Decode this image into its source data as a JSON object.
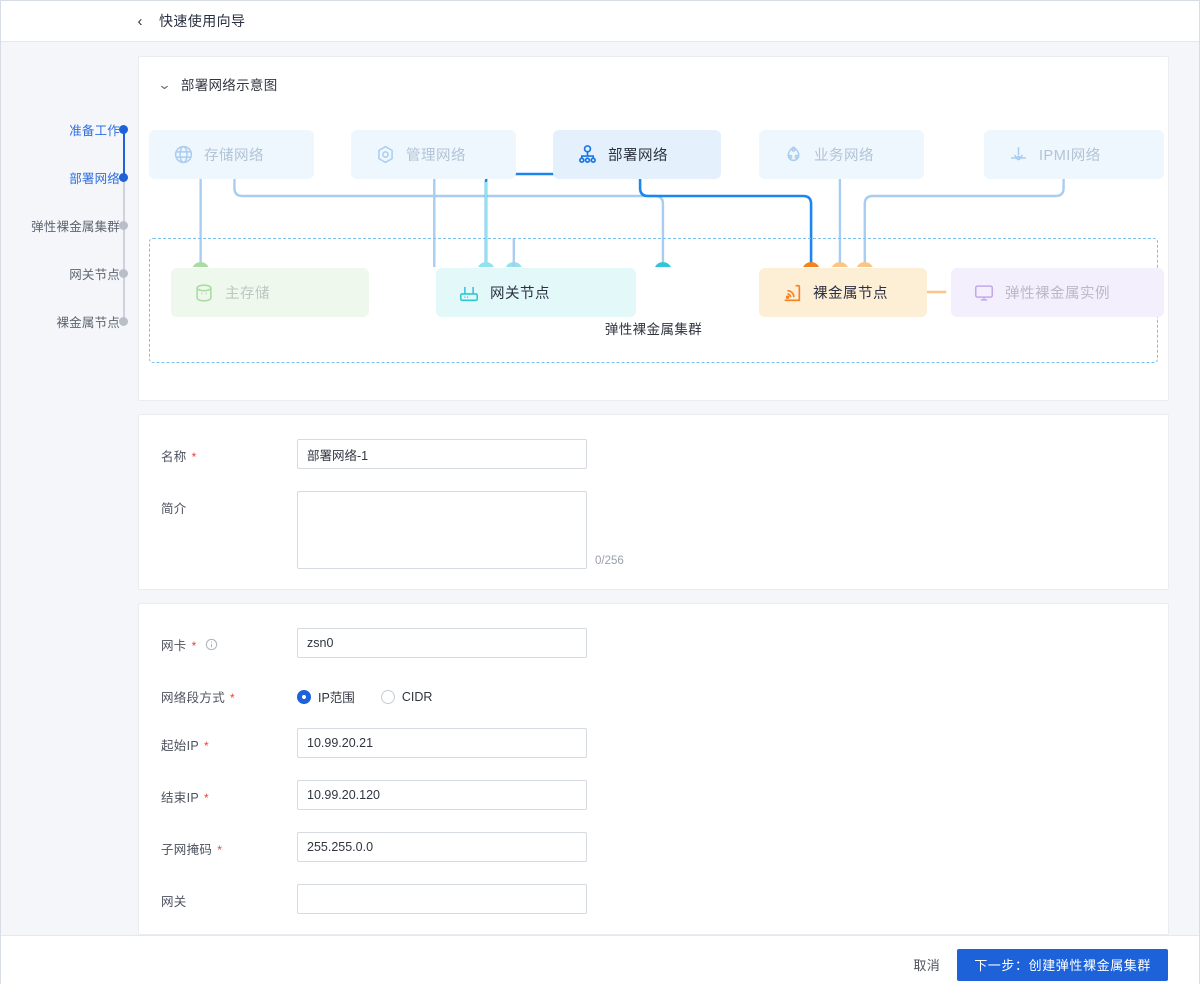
{
  "header": {
    "back_icon": "chevron-left-icon",
    "title": "快速使用向导"
  },
  "steps": [
    {
      "label": "准备工作",
      "state": "done"
    },
    {
      "label": "部署网络",
      "state": "active"
    },
    {
      "label": "弹性裸金属集群",
      "state": "todo"
    },
    {
      "label": "网关节点",
      "state": "todo"
    },
    {
      "label": "裸金属节点",
      "state": "todo"
    }
  ],
  "diagram": {
    "title": "部署网络示意图",
    "collapse_icon": "chevron-down-icon",
    "cluster_label": "弹性裸金属集群",
    "networks": [
      {
        "label": "存储网络",
        "icon": "globe-icon",
        "active": false
      },
      {
        "label": "管理网络",
        "icon": "hexagon-target-icon",
        "active": false
      },
      {
        "label": "部署网络",
        "icon": "sitemap-icon",
        "active": true
      },
      {
        "label": "业务网络",
        "icon": "cloud-node-icon",
        "active": false
      },
      {
        "label": "IPMI网络",
        "icon": "ipmi-port-icon",
        "active": false
      }
    ],
    "resources": [
      {
        "label": "主存储",
        "icon": "database-icon",
        "active": false
      },
      {
        "label": "网关节点",
        "icon": "router-icon",
        "active": true
      },
      {
        "label": "裸金属节点",
        "icon": "signal-rack-icon",
        "active": true
      },
      {
        "label": "弹性裸金属实例",
        "icon": "monitor-icon",
        "active": false
      }
    ]
  },
  "basic_form": {
    "name": {
      "label": "名称",
      "required": true,
      "value": "部署网络-1",
      "placeholder": ""
    },
    "desc": {
      "label": "简介",
      "required": false,
      "value": "",
      "placeholder": "",
      "counter": "0/256"
    }
  },
  "network_form": {
    "nic": {
      "label": "网卡",
      "required": true,
      "info_icon": "info-circle-icon",
      "value": "zsn0",
      "placeholder": ""
    },
    "seg_mode": {
      "label": "网络段方式",
      "required": true,
      "options": [
        {
          "label": "IP范围",
          "selected": true
        },
        {
          "label": "CIDR",
          "selected": false
        }
      ]
    },
    "start_ip": {
      "label": "起始IP",
      "required": true,
      "value": "10.99.20.21",
      "placeholder": ""
    },
    "end_ip": {
      "label": "结束IP",
      "required": true,
      "value": "10.99.20.120",
      "placeholder": ""
    },
    "netmask": {
      "label": "子网掩码",
      "required": true,
      "value": "255.255.0.0",
      "placeholder": ""
    },
    "gateway": {
      "label": "网关",
      "required": false,
      "value": "",
      "placeholder": ""
    }
  },
  "footer": {
    "cancel_label": "取消",
    "next_label": "下一步：创建弹性裸金属集群",
    "primary_color": "#1d62d8"
  }
}
